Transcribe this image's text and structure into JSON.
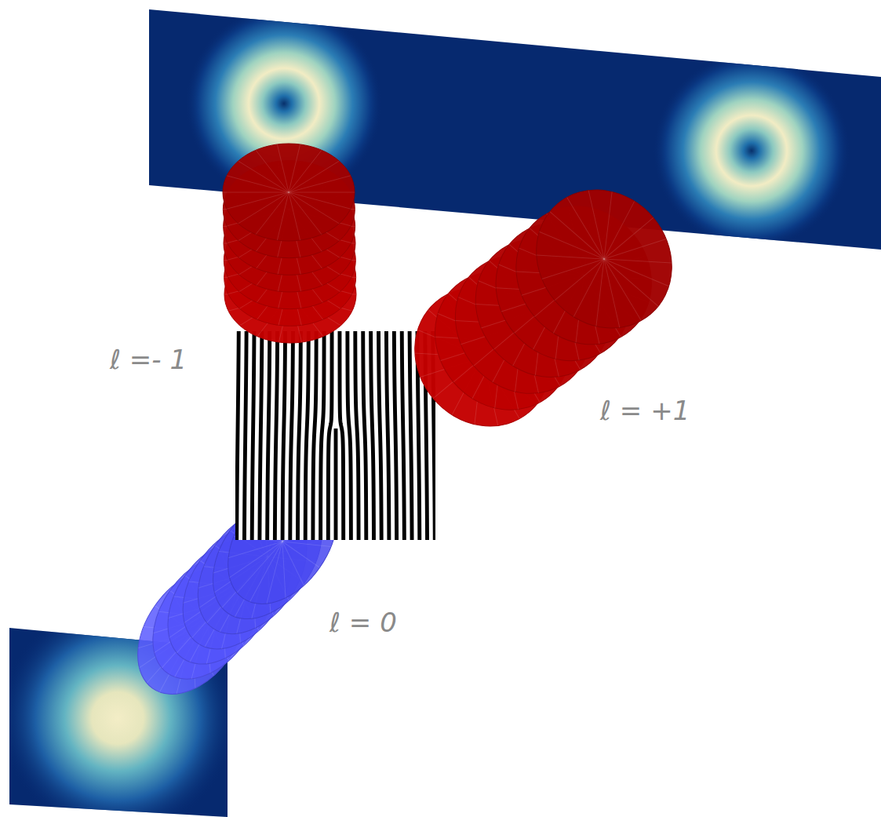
{
  "diagram": {
    "labels": [
      "ℓ =- 1",
      "ℓ = +1",
      "ℓ = 0"
    ]
  }
}
